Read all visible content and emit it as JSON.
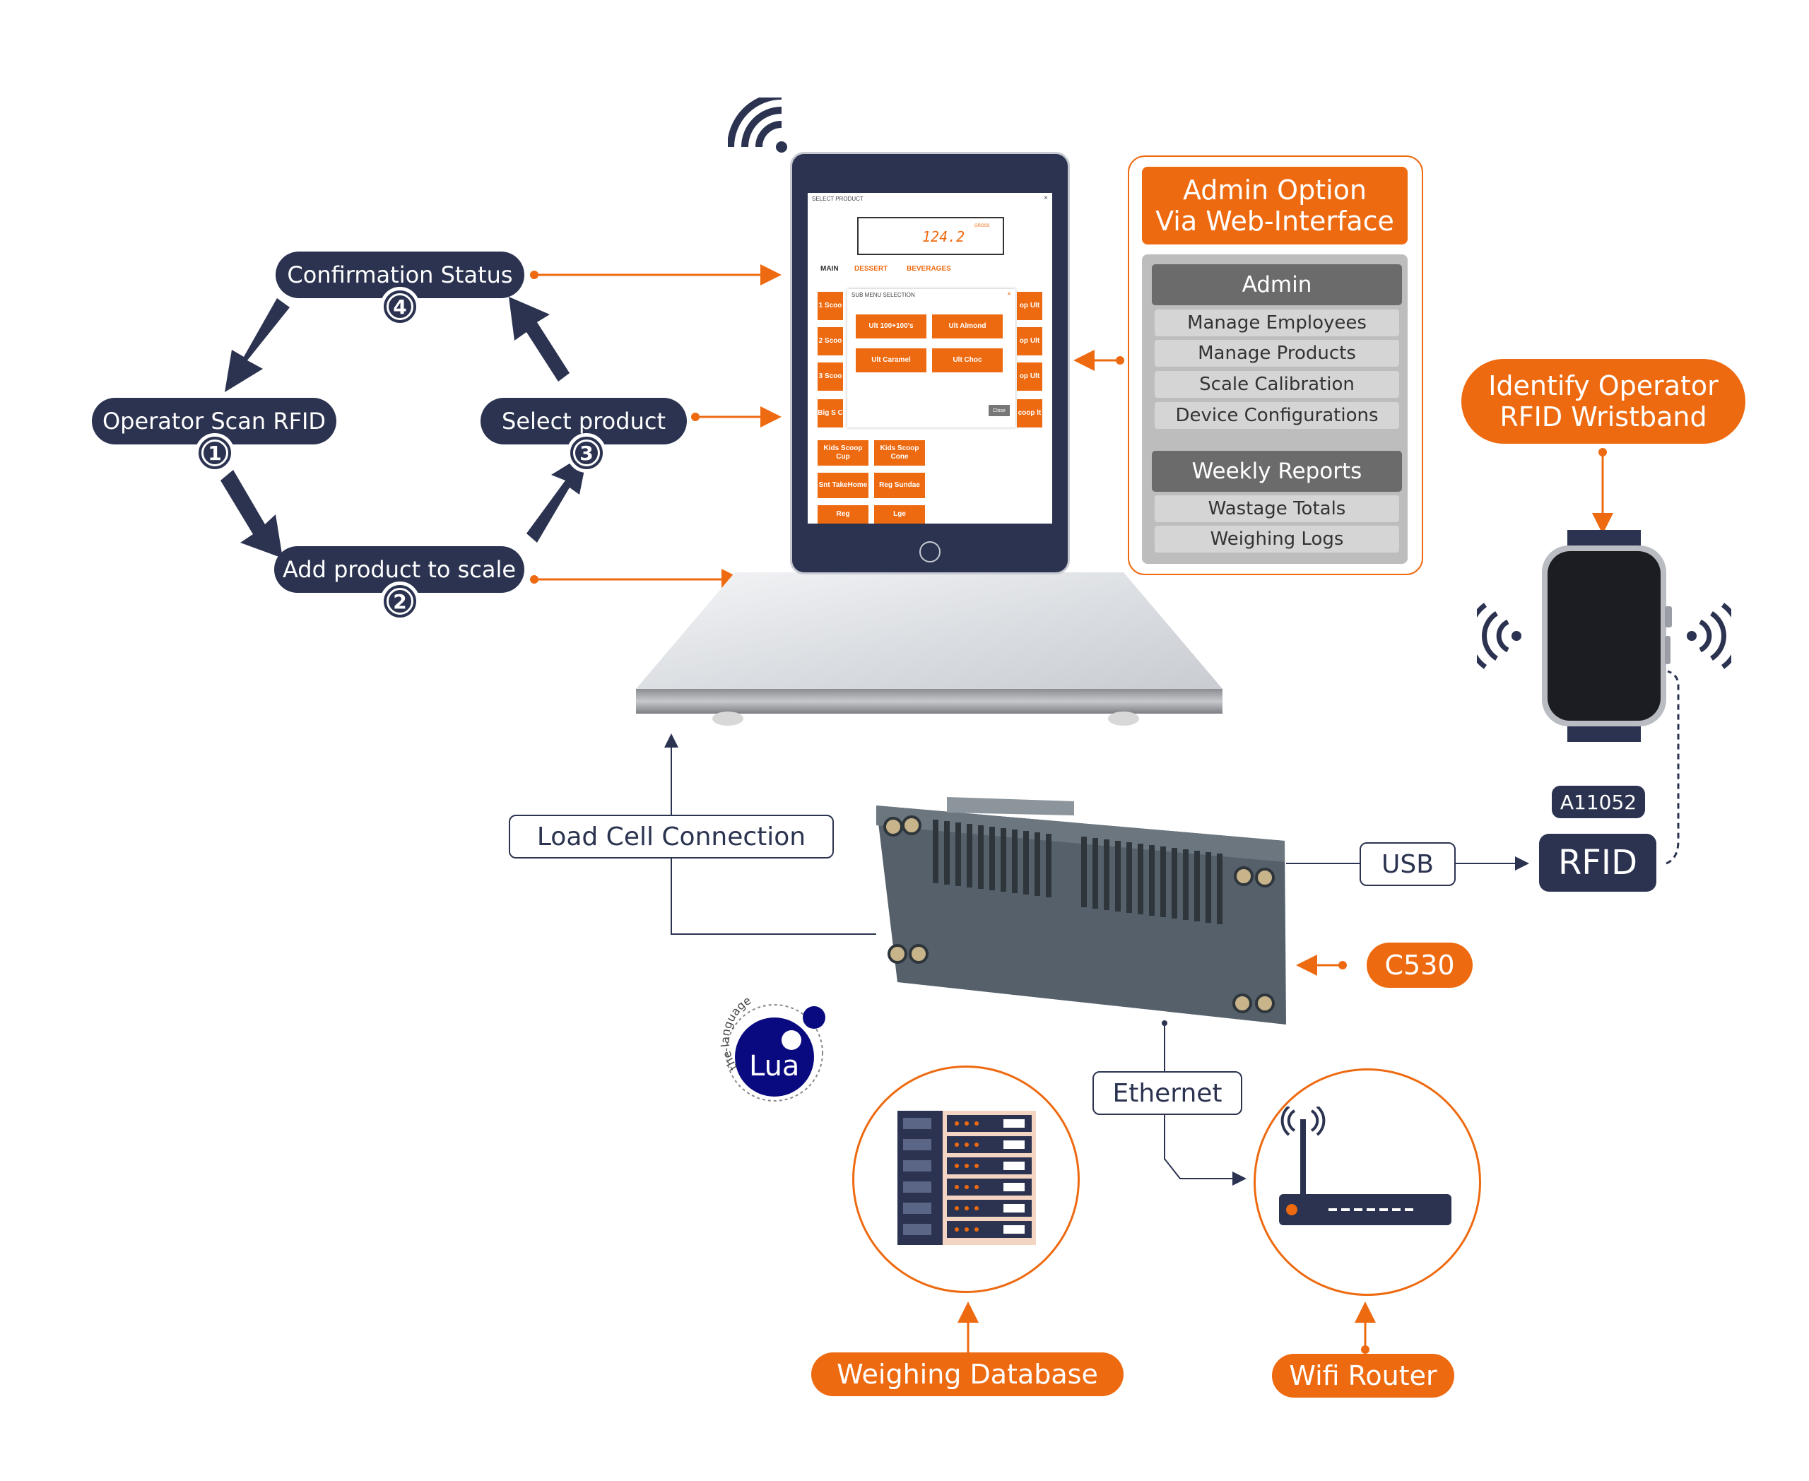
{
  "flow": {
    "confirmation": "Confirmation Status",
    "scan": "Operator Scan RFID",
    "select": "Select product",
    "add": "Add product to scale",
    "n1": "1",
    "n2": "2",
    "n3": "3",
    "n4": "4"
  },
  "tablet": {
    "header": "SELECT PRODUCT",
    "close_x": "×",
    "display_value": "124.2",
    "display_unit": "GROSS",
    "tabs": [
      "MAIN",
      "DESSERT",
      "BEVERAGES"
    ],
    "submenu_title": "SUB MENU SELECTION",
    "submenu_buttons": [
      "Ult 100+100's",
      "Ult Almond",
      "Ult Caramel",
      "Ult Choc"
    ],
    "submenu_close": "Close",
    "left_tiles": [
      "1 Scoo",
      "2 Scoo",
      "3 Scoo",
      "Big S C"
    ],
    "right_tiles": [
      "op Ult",
      "op Ult",
      "op Ult",
      "coop lt"
    ],
    "bottom_tiles": [
      "Kids Scoop Cup",
      "Kids Scoop Cone",
      "Snt TakeHome",
      "Reg Sundae",
      "Reg",
      "Lge"
    ]
  },
  "admin": {
    "title_line1": "Admin Option",
    "title_line2": "Via Web-Interface",
    "section1": "Admin",
    "items1": [
      "Manage Employees",
      "Manage Products",
      "Scale Calibration",
      "Device Configurations"
    ],
    "section2": "Weekly Reports",
    "items2": [
      "Wastage Totals",
      "Weighing Logs"
    ]
  },
  "rfid": {
    "identify_line1": "Identify Operator",
    "identify_line2": "RFID Wristband",
    "model": "A11052",
    "label": "RFID",
    "usb": "USB"
  },
  "device": {
    "load_cell": "Load Cell Connection",
    "c530": "C530",
    "ethernet": "Ethernet",
    "lua_arc": "the language",
    "lua": "Lua"
  },
  "bottom": {
    "database": "Weighing Database",
    "router": "Wifi Router"
  },
  "colors": {
    "navy": "#2b3350",
    "orange": "#ee6a10"
  }
}
